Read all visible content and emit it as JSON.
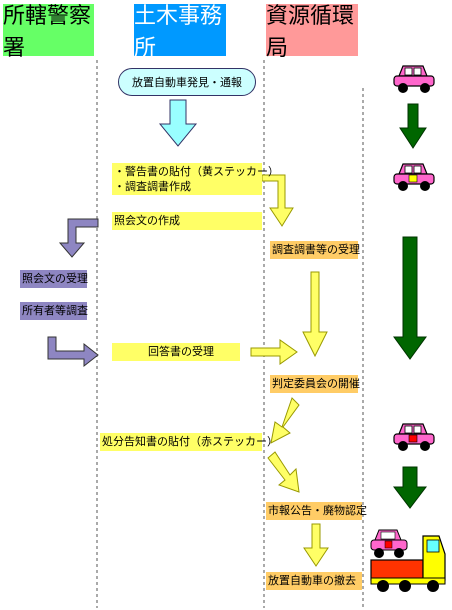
{
  "headers": {
    "police": "所轄警察署",
    "civil": "土木事務所",
    "resource": "資源循環局"
  },
  "colors": {
    "police_header": "#66ff66",
    "civil_header": "#0099ff",
    "resource_header": "#ff9999",
    "lightblue_arrow": "#99ffff",
    "yellow_arrow": "#ffff66",
    "purple_arrow": "#8e86c2",
    "green_arrow": "#006600"
  },
  "steps": {
    "discovery": "放置自動車発見・通報",
    "warning_1": "・警告書の貼付（黄ステッカー）",
    "warning_2": "・調査調書作成",
    "inquiry": "照会文の作成",
    "inquiry_receive": "照会文の受理",
    "owner_investigation": "所有者等調査",
    "answer_receive": "回答書の受理",
    "survey_receive": "調査調書等の受理",
    "committee": "判定委員会の開催",
    "disposal_notice": "処分告知書の貼付（赤ステッカー）",
    "public_notice": "市報公告・廃物認定",
    "removal": "放置自動車の撤去"
  },
  "icons": [
    "car-icon",
    "truck-icon"
  ]
}
